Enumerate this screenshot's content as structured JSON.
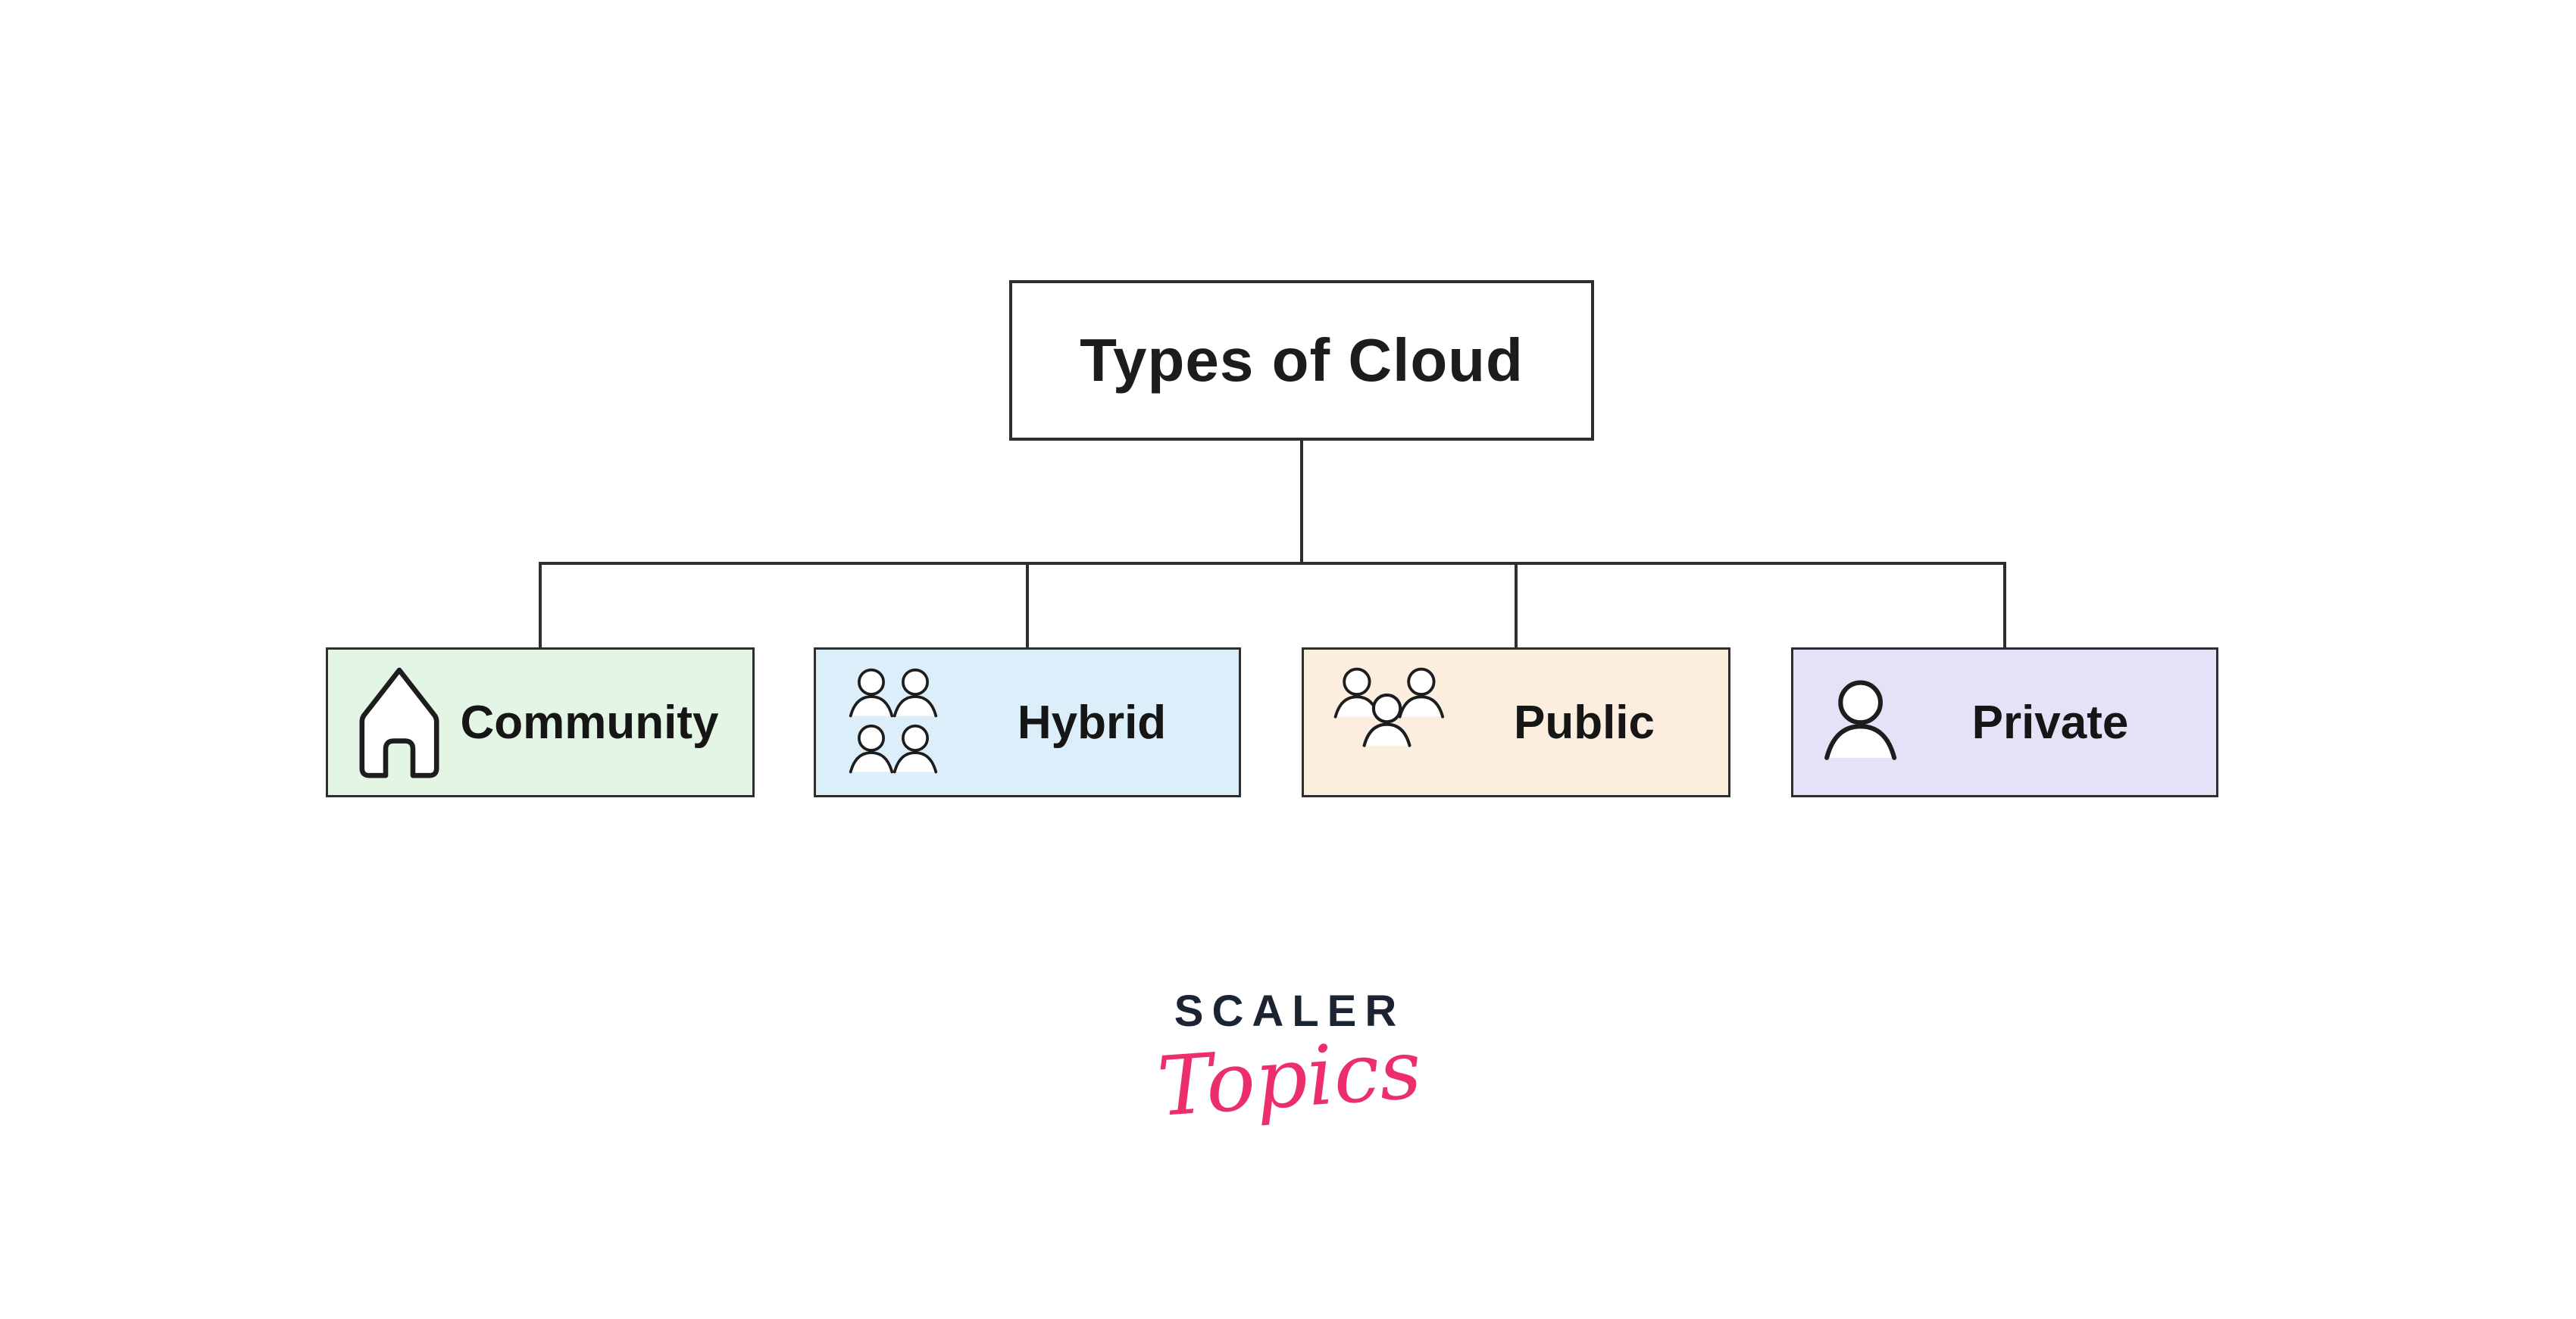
{
  "diagram": {
    "root": {
      "label": "Types of Cloud"
    },
    "children": [
      {
        "id": "community",
        "label": "Community",
        "icon": "house-icon",
        "bg": "#e3f6e6"
      },
      {
        "id": "hybrid",
        "label": "Hybrid",
        "icon": "people-group-4-icon",
        "bg": "#ddeefb"
      },
      {
        "id": "public",
        "label": "Public",
        "icon": "people-group-3-icon",
        "bg": "#fbeede"
      },
      {
        "id": "private",
        "label": "Private",
        "icon": "person-icon",
        "bg": "#e5e2f8"
      }
    ],
    "colors": {
      "node_border": "#2e2e2e",
      "connector_line": "#2e2e2e",
      "text": "#1c1c1c",
      "root_bg": "#ffffff"
    }
  },
  "logo": {
    "primary": "SCALER",
    "secondary": "Topics",
    "colors": {
      "primary": "#1b2433",
      "secondary": "#ec2f6a"
    }
  }
}
